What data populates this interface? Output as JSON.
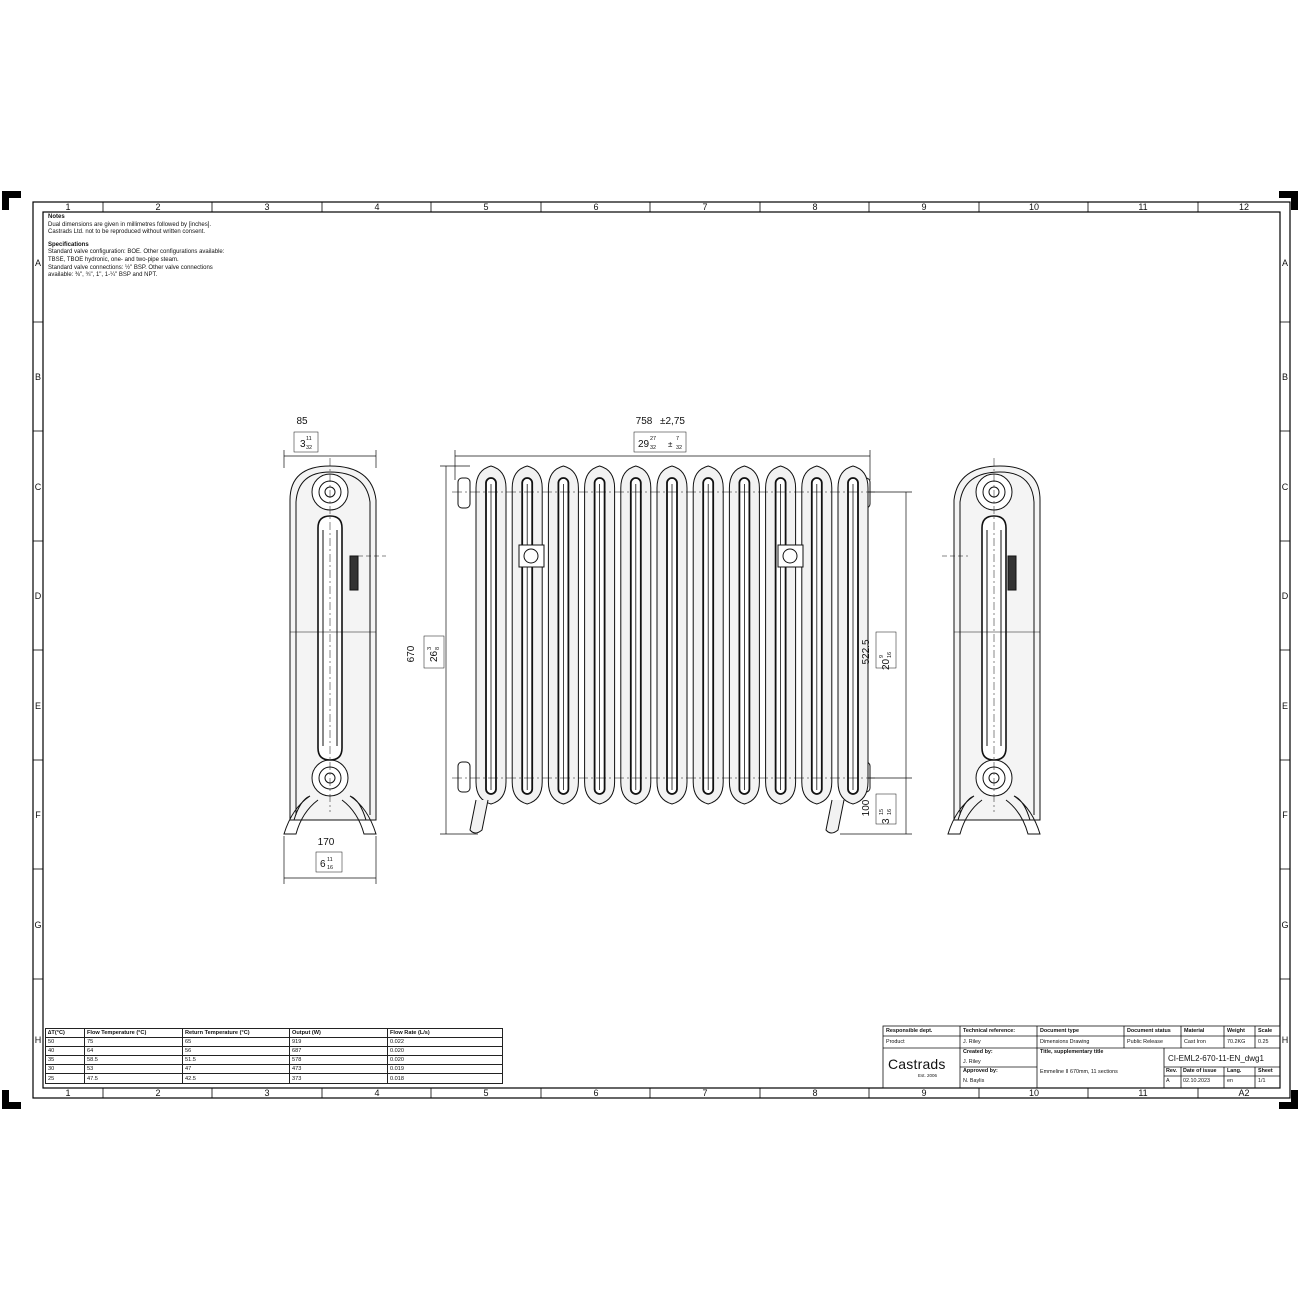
{
  "frame": {
    "columns": [
      "1",
      "2",
      "3",
      "4",
      "5",
      "6",
      "7",
      "8",
      "9",
      "10",
      "11",
      "12"
    ],
    "rows": [
      "A",
      "B",
      "C",
      "D",
      "E",
      "F",
      "G",
      "H"
    ]
  },
  "notes": {
    "title": "Notes",
    "lines": [
      "Dual dimensions are given in millimetres followed by [inches].",
      "Castrads Ltd. not to be reproduced without written consent."
    ],
    "spec_title": "Specifications",
    "spec_lines": [
      "Standard valve configuration: BOE. Other configurations available:",
      "TBSE, TBOE hydronic, one- and two-pipe steam.",
      "Standard valve connections: ½\" BSP. Other valve connections",
      "available: ⅜\", ¾\", 1\", 1-¼\" BSP and NPT."
    ]
  },
  "dimensions": {
    "depth_mm": "85",
    "depth_in_whole": "3",
    "depth_in_num": "11",
    "depth_in_den": "32",
    "length_mm": "758",
    "length_tol": "±2,75",
    "length_in_whole": "29",
    "length_in_num": "27",
    "length_in_den": "32",
    "length_tol_num": "7",
    "length_tol_den": "32",
    "height_mm": "670",
    "height_in_whole": "26",
    "height_in_num": "3",
    "height_in_den": "8",
    "centres_mm": "522.5",
    "centres_in_whole": "20",
    "centres_in_num": "9",
    "centres_in_den": "16",
    "bottom_mm": "100",
    "bottom_in_whole": "3",
    "bottom_in_num": "15",
    "bottom_in_den": "16",
    "foot_mm": "170",
    "foot_in_whole": "6",
    "foot_in_num": "11",
    "foot_in_den": "16"
  },
  "performance_table": {
    "headers": [
      "∆T(°C)",
      "Flow Temperature (°C)",
      "Return Temperature (°C)",
      "Output (W)",
      "Flow Rate (L/s)"
    ],
    "rows": [
      [
        "50",
        "75",
        "65",
        "919",
        "0.022"
      ],
      [
        "40",
        "64",
        "56",
        "687",
        "0.020"
      ],
      [
        "35",
        "58.5",
        "51.5",
        "578",
        "0.020"
      ],
      [
        "30",
        "53",
        "47",
        "473",
        "0.019"
      ],
      [
        "25",
        "47.5",
        "42.5",
        "373",
        "0.018"
      ]
    ]
  },
  "title_block": {
    "brand": "Castrads",
    "brand_sub": "Est. 2006",
    "responsible_dept_label": "Responsible dept.",
    "responsible_dept": "Product",
    "technical_reference_label": "Technical reference:",
    "technical_reference": "J. Riley",
    "created_by_label": "Created by:",
    "created_by": "J. Riley",
    "approved_by_label": "Approved by:",
    "approved_by": "N. Baylis",
    "document_type_label": "Document type",
    "document_type": "Dimensions Drawing",
    "document_status_label": "Document status",
    "document_status": "Public Release",
    "material_label": "Material",
    "material": "Cast Iron",
    "weight_label": "Weight",
    "weight": "70.2KG",
    "scale_label": "Scale",
    "scale": "0.25",
    "title_label": "Title, supplementary title",
    "title": "Emmeline II 670mm, 11 sections",
    "document_number": "CI-EML2-670-11-EN_dwg1",
    "rev_label": "Rev.",
    "rev": "A",
    "date_label": "Date of issue",
    "date": "02.10.2023",
    "lang_label": "Lang.",
    "lang": "en",
    "sheet_label": "Sheet",
    "sheet": "1/1",
    "paper_size": "A2"
  }
}
